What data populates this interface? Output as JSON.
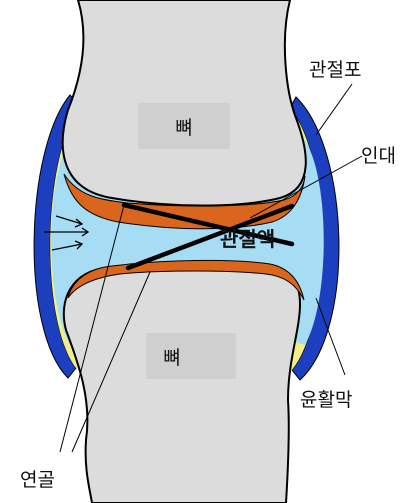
{
  "labels": {
    "bone_top": "뼈",
    "bone_bottom": "뼈",
    "capsule": "관절포",
    "ligament": "인대",
    "fluid": "관절액",
    "membrane": "윤활막",
    "cartilage": "연골"
  },
  "colors": {
    "bone": "#dcdcdc",
    "bone_label_box": "#cfcfcf",
    "capsule": "#1c3fbf",
    "membrane": "#f4ee86",
    "fluid": "#a6dcf4",
    "cartilage": "#d9661c",
    "ligament": "#000000",
    "outline": "#000000"
  }
}
